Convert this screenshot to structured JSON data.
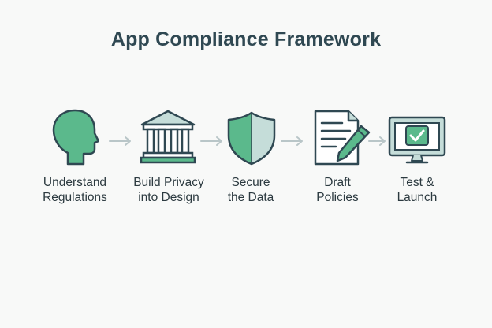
{
  "title": "App Compliance Framework",
  "colors": {
    "accent_green": "#5bb98c",
    "light_teal": "#c5ddd9",
    "outline": "#2f4852",
    "arrow": "#b9c6c8",
    "background": "#f8f9f8"
  },
  "steps": [
    {
      "icon": "head-profile-icon",
      "line1": "Understand",
      "line2": "Regulations"
    },
    {
      "icon": "bank-building-icon",
      "line1": "Build Privacy",
      "line2": "into Design"
    },
    {
      "icon": "shield-icon",
      "line1": "Secure",
      "line2": "the Data"
    },
    {
      "icon": "document-pen-icon",
      "line1": "Draft",
      "line2": "Policies"
    },
    {
      "icon": "monitor-checkmark-icon",
      "line1": "Test &",
      "line2": "Launch"
    }
  ]
}
